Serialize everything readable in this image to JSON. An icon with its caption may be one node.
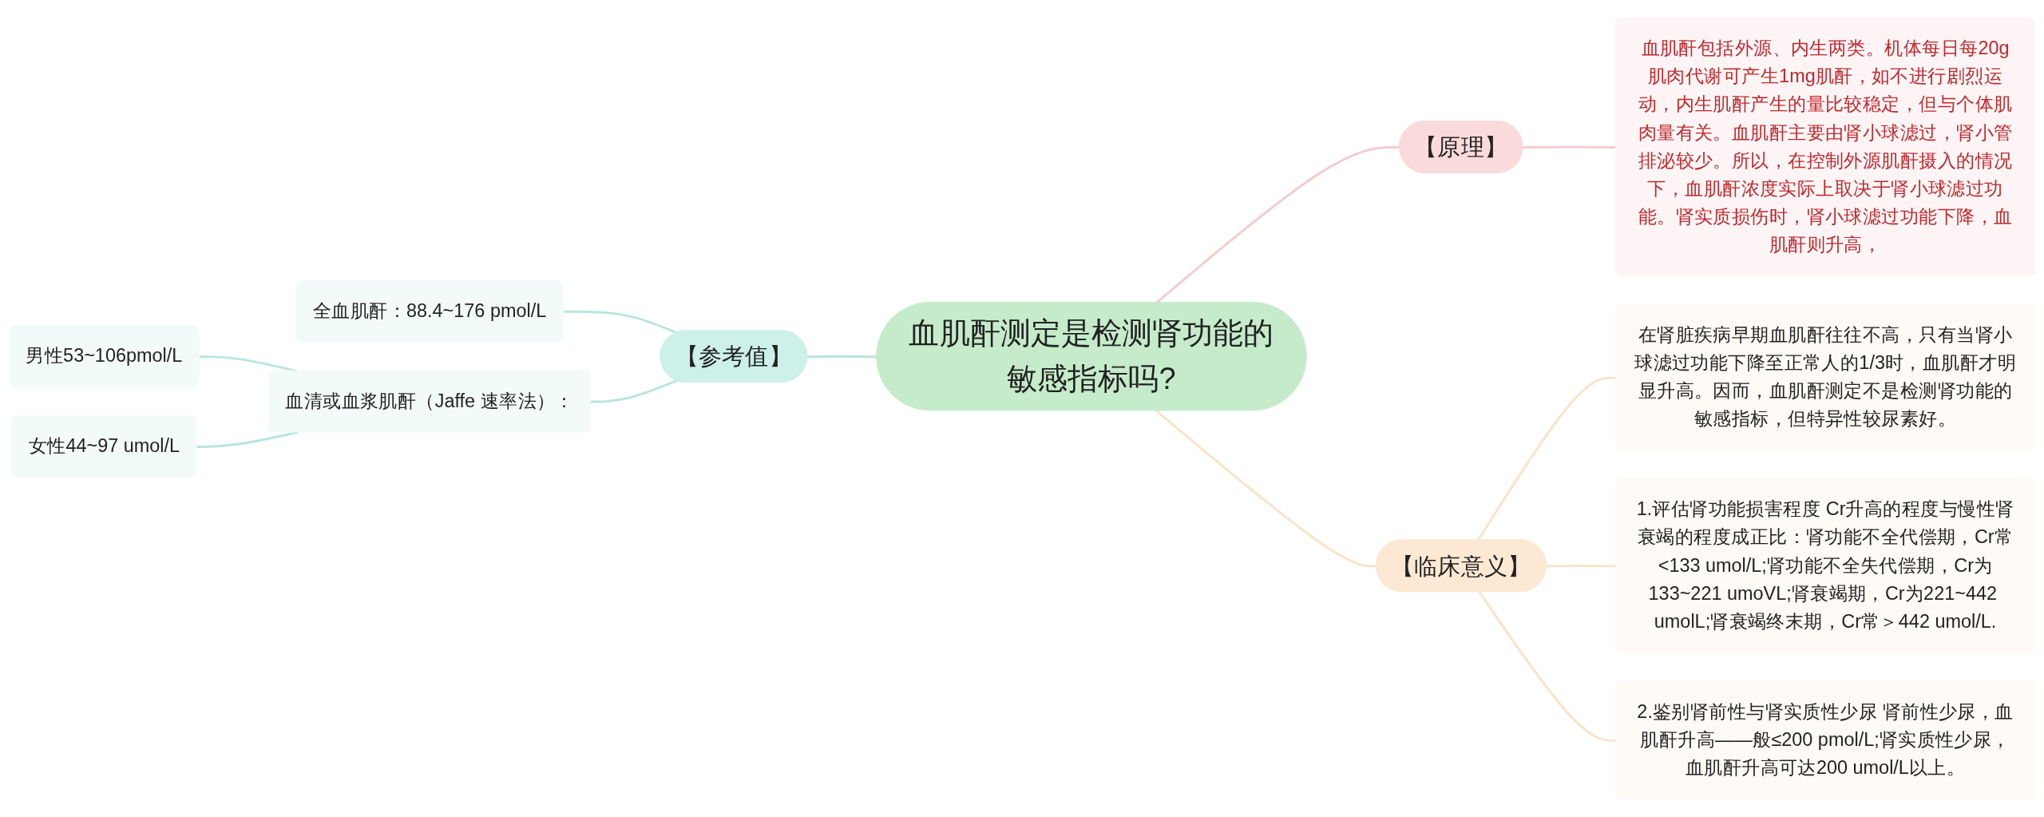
{
  "diagram": {
    "nodes": [
      {
        "text": [
          "血肌酐测定是检测肾功能的敏感指标吗?"
        ]
      },
      {
        "text": [
          "【原理】"
        ]
      },
      {
        "text": [
          "血肌酐包括外源、内生两类。机体每日每20g肌肉代谢可产生1mg肌酐，如不进行剧烈运动，内生肌酐产生的量比较稳定，但与个体肌肉量有关。血肌酐主要由肾小球滤过，肾小管排泌较少。所以，在控制外源肌酐摄入的情况下，血肌酐浓度实际上取决于肾小球滤过功能。肾实质损伤时，肾小球滤过功能下降，血肌酐则升高，"
        ]
      },
      {
        "text": [
          "【临床意义】"
        ]
      },
      {
        "text": [
          "在肾脏疾病早期血肌酐往往不高，只有当肾小球滤过功能下降至正常人的1/3时，血肌酐才明显升高。因而，血肌酐测定不是检测肾功能的敏感指标，但特异性较尿素好。"
        ]
      },
      {
        "text": [
          "1.评估肾功能损害程度 Cr升高的程度与慢性肾衰竭的程度成正比：肾功能不全代偿期，Cr常<133 umol/L;肾功能不全失代偿期，Cr为133~221 umoVL;肾衰竭期，Cr为221~442 umolL;肾衰竭终末期，Cr常＞442 umol/L."
        ]
      },
      {
        "text": [
          "2.鉴别肾前性与肾实质性少尿 肾前性少尿，血肌酐升高——般≤200 pmol/L;肾实质性少尿，血肌酐升高可达200 umol/L以上。"
        ]
      },
      {
        "text": [
          "【参考值】"
        ]
      },
      {
        "text": [
          "全血肌酐：88.4~176 pmol/L"
        ]
      },
      {
        "text": [
          "血清或血浆肌酐（Jaffe 速率法）："
        ]
      },
      {
        "text": [
          "男性53~106pmol/L"
        ]
      },
      {
        "text": [
          "女性44~97 umol/L"
        ]
      }
    ],
    "edges": [
      {
        "from": 0,
        "to": 1,
        "arrow": "none",
        "color": "#f4cccc"
      },
      {
        "from": 1,
        "to": 2,
        "arrow": "none",
        "color": "#f4cccc"
      },
      {
        "from": 0,
        "to": 3,
        "arrow": "none",
        "color": "#fbe3c8"
      },
      {
        "from": 3,
        "to": 4,
        "arrow": "none",
        "color": "#fbe3c8"
      },
      {
        "from": 3,
        "to": 5,
        "arrow": "none",
        "color": "#fbe3c8"
      },
      {
        "from": 3,
        "to": 6,
        "arrow": "none",
        "color": "#fbe3c8"
      },
      {
        "from": 7,
        "to": 0,
        "arrow": "none"
      },
      {
        "from": 8,
        "to": 7,
        "arrow": "none"
      },
      {
        "from": 9,
        "to": 7,
        "arrow": "none"
      },
      {
        "from": 10,
        "to": 9,
        "arrow": "none"
      },
      {
        "from": 11,
        "to": 9,
        "arrow": "none"
      }
    ]
  }
}
